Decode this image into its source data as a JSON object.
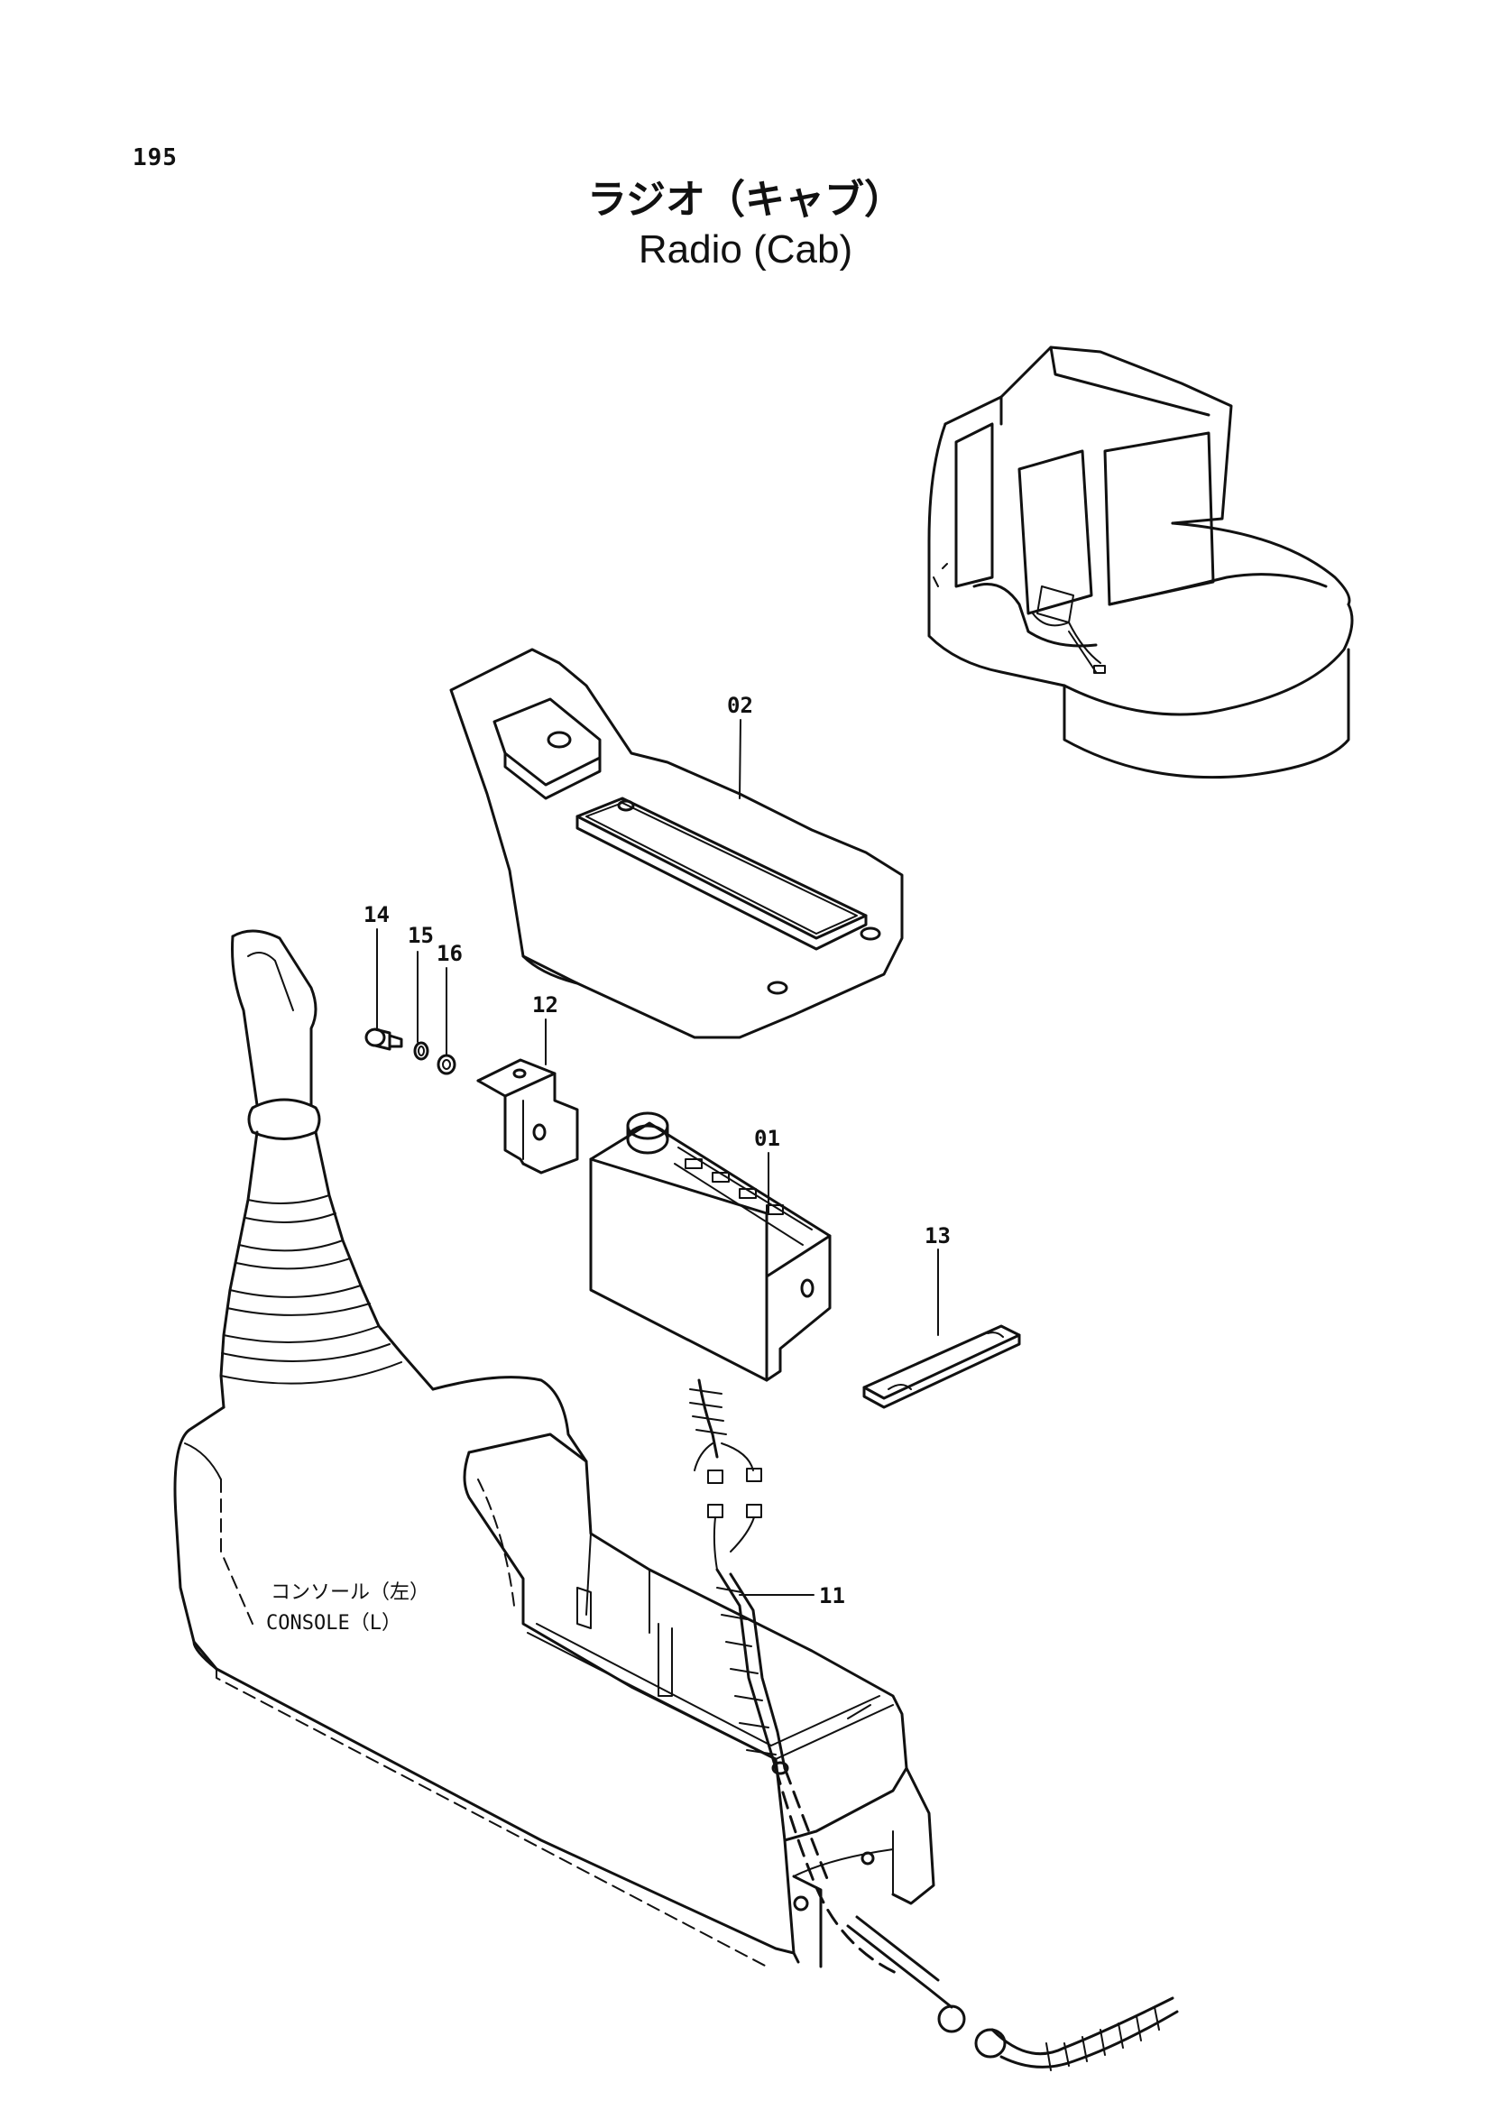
{
  "page_number": "195",
  "title_jp": "ラジオ（キャブ）",
  "title_en": "Radio (Cab)",
  "callouts": {
    "c01": "01",
    "c02": "02",
    "c11": "11",
    "c12": "12",
    "c13": "13",
    "c14": "14",
    "c15": "15",
    "c16": "16"
  },
  "console_label_jp": "コンソール（左）",
  "console_label_en": "CONSOLE（L）"
}
